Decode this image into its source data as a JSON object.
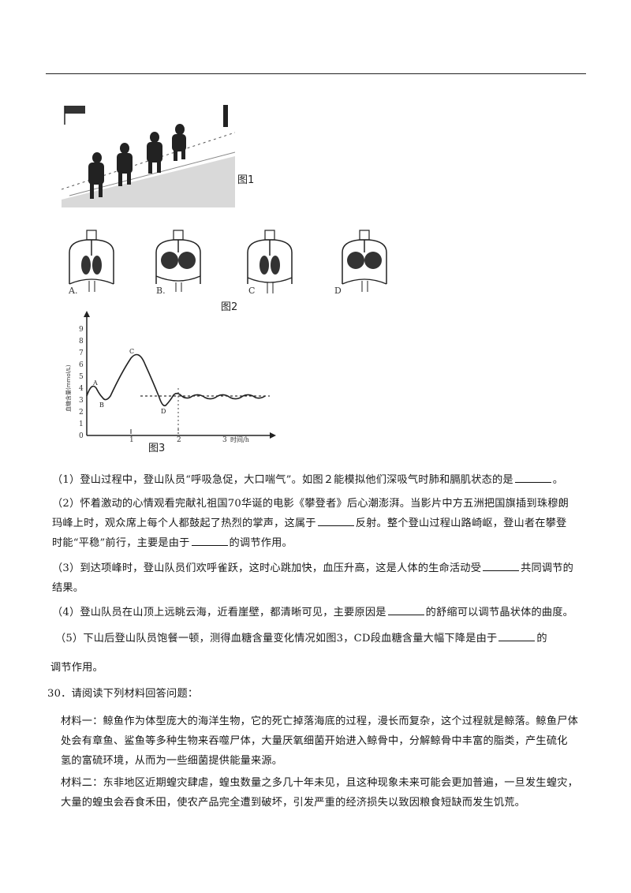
{
  "figures": {
    "fig1": {
      "label": "图1"
    },
    "fig2": {
      "label": "图2",
      "options": [
        "A.",
        "B.",
        "C",
        "D"
      ]
    },
    "fig3": {
      "label": "图3",
      "y_ticks": [
        "0",
        "1",
        "2",
        "3",
        "4",
        "5",
        "6",
        "7",
        "8",
        "9"
      ],
      "x_ticks": [
        "1",
        "2",
        "3"
      ],
      "x_axis_label": "时间/h",
      "y_axis_label": "血糖含量(mmol/L)",
      "point_labels": [
        "A",
        "B",
        "C",
        "D"
      ]
    }
  },
  "questions": [
    {
      "id": "q1",
      "pre": "（1）登山过程中，登山队员“呼吸急促，大口喘气”。如图２能模拟他们深吸气时肺和膈肌状态的是",
      "post": "。"
    },
    {
      "id": "q2",
      "line1": "（2）怀着激动的心情观看完献礼祖国70华诞的电影《攀登者》后心潮澎湃。当影片中方五洲把国旗插到珠穆朗",
      "line2_pre": "玛峰上时，观众席上每个人都鼓起了热烈的掌声，这属于",
      "line2_post": "反射。整个登山过程山路崎岖，登山者在攀登",
      "line3_pre": "时能“平稳”前行，主要是由于",
      "line3_post": "的调节作用。"
    },
    {
      "id": "q3",
      "line1_pre": "（3）到达项峰时，登山队员们欢呼雀跃，这时心跳加快，血压升高，这是人体的生命活动受",
      "line1_post": "共同调节的",
      "line2": "结果。"
    },
    {
      "id": "q4",
      "pre": "（4）登山队员在山顶上远眺云海，近看崖壁，都清晰可见，主要原因是",
      "post": "的舒缩可以调节晶状体的曲度。"
    },
    {
      "id": "q5",
      "line1_pre": "（5）下山后登山队员饱餐一顿，测得血糖含量变化情况如图3，CD段血糖含量大幅下降是由于",
      "line1_post": "的",
      "line2": "调节作用。"
    }
  ],
  "q30": {
    "title": "30．请阅读下列材料回答问题：",
    "material1": [
      "材料一：鲸鱼作为体型庞大的海洋生物，它的死亡掉落海底的过程，漫长而复杂，这个过程就是鲸落。鲸鱼尸体",
      "处会有章鱼、鲨鱼等多种生物来吞噬尸体，大量厌氧细菌开始进入鲸骨中，分解鲸骨中丰富的脂类，产生硫化",
      "氢的富硫环境，从而为一些细菌提供能量来源。"
    ],
    "material2": [
      "材料二：东非地区近期蝗灾肆虐，蝗虫数量之多几十年未见，且这种现象未来可能会更加普遍，一旦发生蝗灾，",
      "大量的蝗虫会吞食禾田，使农产品完全遭到破坏，引发严重的经济损失以致因粮食短缺而发生饥荒。"
    ]
  }
}
